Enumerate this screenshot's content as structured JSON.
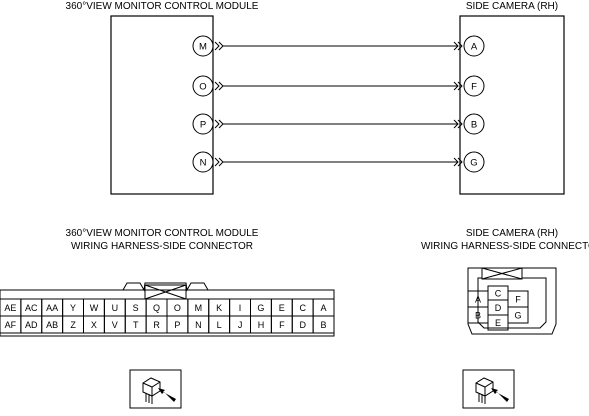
{
  "module": {
    "title": "360°VIEW MONITOR CONTROL MODULE",
    "pins": [
      "M",
      "O",
      "P",
      "N"
    ]
  },
  "camera": {
    "title": "SIDE CAMERA (RH)",
    "pins": [
      "A",
      "F",
      "B",
      "G"
    ]
  },
  "module_connector": {
    "title_line1": "360°VIEW MONITOR CONTROL MODULE",
    "title_line2": "WIRING HARNESS-SIDE CONNECTOR",
    "top_row": [
      "AE",
      "AC",
      "AA",
      "Y",
      "W",
      "U",
      "S",
      "Q",
      "O",
      "M",
      "K",
      "I",
      "G",
      "E",
      "C",
      "A"
    ],
    "bottom_row": [
      "AF",
      "AD",
      "AB",
      "Z",
      "X",
      "V",
      "T",
      "R",
      "P",
      "N",
      "L",
      "J",
      "H",
      "F",
      "D",
      "B"
    ]
  },
  "camera_connector": {
    "title_line1": "SIDE CAMERA (RH)",
    "title_line2": "WIRING HARNESS-SIDE CONNECTOR",
    "pins": [
      "A",
      "B",
      "C",
      "D",
      "E",
      "F",
      "G"
    ]
  },
  "icons": [
    "connector-view-icon",
    "connector-view-icon"
  ]
}
